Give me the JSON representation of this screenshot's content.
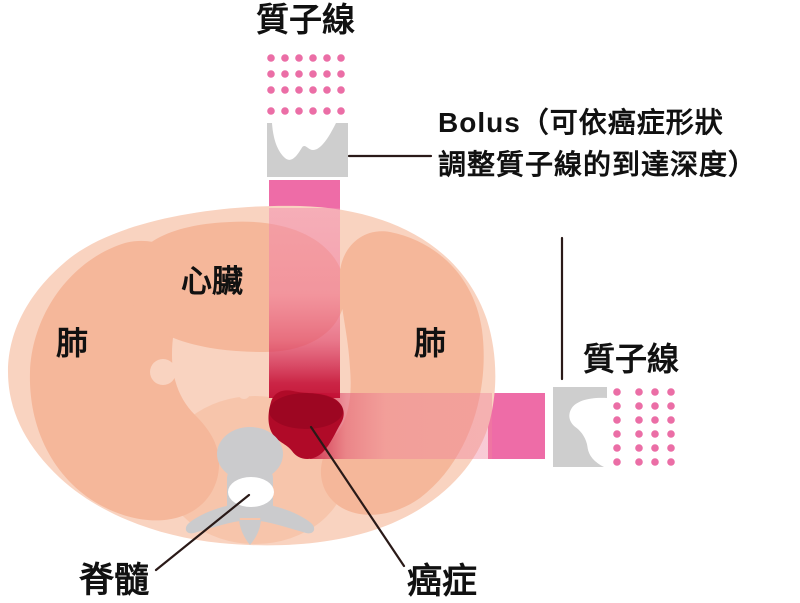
{
  "diagram": {
    "title_top": "質子線",
    "labels": {
      "proton_beam_top": "質子線",
      "proton_beam_right": "質子線",
      "bolus_note": "Bolus（可依癌症形狀\n調整質子線的到達深度）",
      "heart": "心臟",
      "lung_left": "肺",
      "lung_right": "肺",
      "spinal_cord": "脊髓",
      "cancer": "癌症"
    },
    "colors": {
      "beam_pink": "#ee6ca7",
      "dot_pink": "#eb6ea6",
      "bolus_gray": "#cecece",
      "body_base": "#f9d3c0",
      "mediastinum": "#f7c5ab",
      "organ": "#f5b79a",
      "vessel": "#f9d3c0",
      "tumor": "#b00a28",
      "tumor_dark": "#7a0018",
      "spine_gray": "#cbcbcd",
      "cord_white": "#ffffff",
      "leader_line": "#2a1a18",
      "text": "#111111"
    }
  }
}
